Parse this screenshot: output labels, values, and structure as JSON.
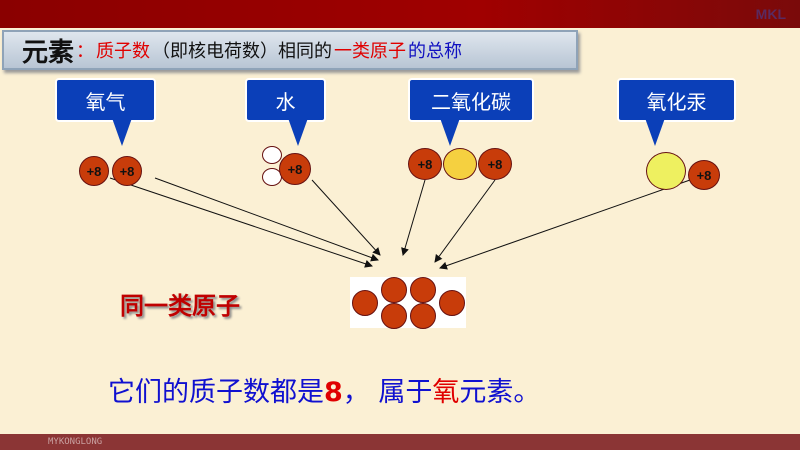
{
  "logo": "MKL",
  "title": {
    "main": "元素",
    "colon": "：",
    "p1": "质子数",
    "p2": "（即核电荷数）相同的",
    "p3": "一类原子",
    "p4": "的总称"
  },
  "bubbles": [
    "氧气",
    "水",
    "二氧化碳",
    "氧化汞"
  ],
  "atom_label": "+8",
  "same_atoms": "同一类原子",
  "conclusion": {
    "a": "它们的质子数都是",
    "b": "8",
    "c": "，  属于",
    "d": "氧",
    "e": "元素。"
  },
  "footer": "MYKONGLONG",
  "colors": {
    "red": "#e00000",
    "blue": "#1010d0",
    "atom": "#c83c0a"
  }
}
